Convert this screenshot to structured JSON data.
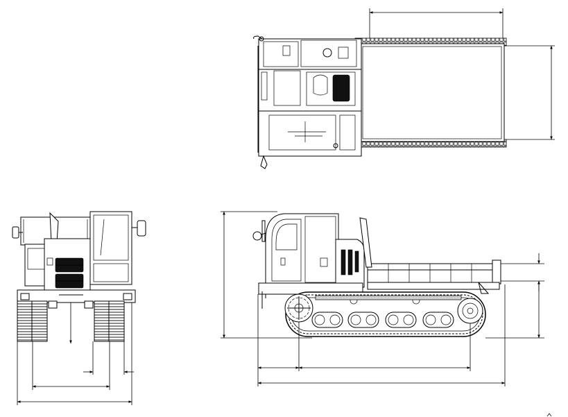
{
  "drawing": {
    "views": [
      {
        "id": "top",
        "label": ""
      },
      {
        "id": "front",
        "label": ""
      },
      {
        "id": "side",
        "label": ""
      }
    ],
    "colors": {
      "line": "#000000",
      "background": "#ffffff",
      "fill_dark": "#111111",
      "fill_grey": "#cfcfcf"
    }
  }
}
